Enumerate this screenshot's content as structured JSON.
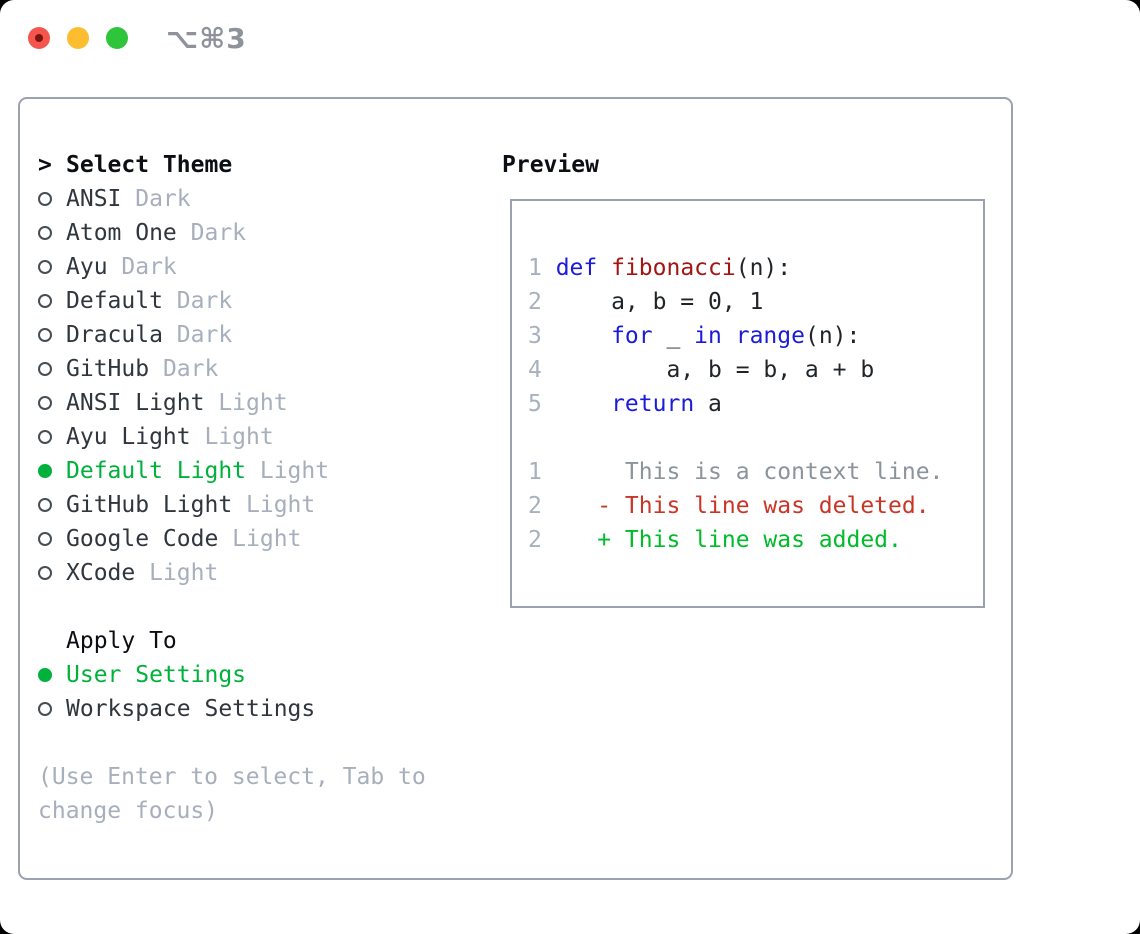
{
  "window": {
    "title": "⌥⌘3"
  },
  "theme_selector": {
    "prompt": ">",
    "title": "Select Theme",
    "themes": [
      {
        "name": "ANSI",
        "variant": "Dark",
        "selected": false
      },
      {
        "name": "Atom One",
        "variant": "Dark",
        "selected": false
      },
      {
        "name": "Ayu",
        "variant": "Dark",
        "selected": false
      },
      {
        "name": "Default",
        "variant": "Dark",
        "selected": false
      },
      {
        "name": "Dracula",
        "variant": "Dark",
        "selected": false
      },
      {
        "name": "GitHub",
        "variant": "Dark",
        "selected": false
      },
      {
        "name": "ANSI Light",
        "variant": "Light",
        "selected": false
      },
      {
        "name": "Ayu Light",
        "variant": "Light",
        "selected": false
      },
      {
        "name": "Default Light",
        "variant": "Light",
        "selected": true
      },
      {
        "name": "GitHub Light",
        "variant": "Light",
        "selected": false
      },
      {
        "name": "Google Code",
        "variant": "Light",
        "selected": false
      },
      {
        "name": "XCode",
        "variant": "Light",
        "selected": false
      }
    ]
  },
  "apply_to": {
    "title": "Apply To",
    "options": [
      {
        "label": "User Settings",
        "selected": true
      },
      {
        "label": "Workspace Settings",
        "selected": false
      }
    ]
  },
  "hint": {
    "text": "(Use Enter to select, Tab to change focus)"
  },
  "preview": {
    "title": "Preview",
    "lines": [
      {
        "num": "1",
        "tokens": [
          {
            "t": "def",
            "c": "kw"
          },
          {
            "t": " "
          },
          {
            "t": "fibonacci",
            "c": "fn"
          },
          {
            "t": "(n):"
          }
        ]
      },
      {
        "num": "2",
        "tokens": [
          {
            "t": "    a, b = 0, 1"
          }
        ]
      },
      {
        "num": "3",
        "tokens": [
          {
            "t": "    "
          },
          {
            "t": "for",
            "c": "kw"
          },
          {
            "t": " _ "
          },
          {
            "t": "in",
            "c": "kw"
          },
          {
            "t": " "
          },
          {
            "t": "range",
            "c": "kw"
          },
          {
            "t": "(n):"
          }
        ]
      },
      {
        "num": "4",
        "tokens": [
          {
            "t": "        a, b = b, a + b"
          }
        ]
      },
      {
        "num": "5",
        "tokens": [
          {
            "t": "    "
          },
          {
            "t": "return",
            "c": "kw"
          },
          {
            "t": " a"
          }
        ]
      },
      {
        "num": "",
        "tokens": []
      },
      {
        "num": "1",
        "tokens": [
          {
            "t": "     This is a context line.",
            "c": "ctx"
          }
        ]
      },
      {
        "num": "2",
        "tokens": [
          {
            "t": "   - This line was deleted.",
            "c": "del"
          }
        ]
      },
      {
        "num": "2",
        "tokens": [
          {
            "t": "   + This line was added.",
            "c": "add"
          }
        ]
      }
    ]
  },
  "colors": {
    "text": "#30363d",
    "heading": "#0b0e12",
    "muted": "#a6afbb",
    "selection": "#00b13c",
    "border": "#9aa2ad",
    "lnum": "#a7b1bd",
    "plain": "#1f2428",
    "keyword": "#1b1bd8",
    "function": "#a31515",
    "context": "#8b939d",
    "deleted": "#c93527",
    "added": "#00bb2a",
    "title_gray": "#8e939b",
    "tl_red": "#f4564e",
    "tl_red_dot": "#7a150d",
    "tl_yellow": "#fcbd2f",
    "tl_green": "#2ec53b"
  }
}
